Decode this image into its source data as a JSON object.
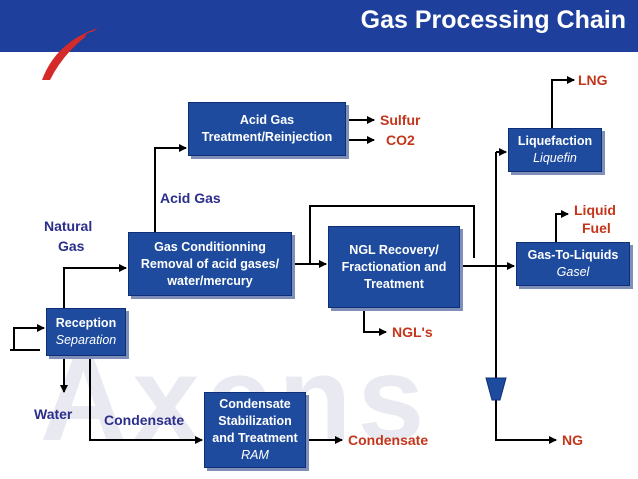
{
  "header": {
    "title": "Gas Processing Chain"
  },
  "watermark": "Axens",
  "colors": {
    "header": "#1e3f9b",
    "box": "#1e4b9e",
    "product_label": "#c4361b",
    "stream_label": "#2b2e8a"
  },
  "boxes": {
    "reception": {
      "line1": "Reception",
      "sub": "Separation"
    },
    "gas_conditioning": {
      "line1": "Gas Conditionning",
      "line2": "Removal of acid gases/",
      "line3": "water/mercury"
    },
    "acid_gas_treatment": {
      "line1": "Acid Gas",
      "line2": "Treatment/Reinjection"
    },
    "ngl_recovery": {
      "line1": "NGL Recovery/",
      "line2": "Fractionation and",
      "line3": "Treatment"
    },
    "condensate_stabilization": {
      "line1": "Condensate",
      "line2": "Stabilization",
      "line3": "and Treatment",
      "sub": "RAM"
    },
    "liquefaction": {
      "line1": "Liquefaction",
      "sub": "Liquefin"
    },
    "gas_to_liquids": {
      "line1": "Gas-To-Liquids",
      "sub": "Gasel"
    }
  },
  "labels": {
    "natural_gas_1": "Natural",
    "natural_gas_2": "Gas",
    "acid_gas": "Acid Gas",
    "water": "Water",
    "condensate_stream": "Condensate",
    "sulfur": "Sulfur",
    "co2": "CO2",
    "ngls": "NGL's",
    "condensate_product": "Condensate",
    "lng": "LNG",
    "liquid_fuel_1": "Liquid",
    "liquid_fuel_2": "Fuel",
    "ng": "NG"
  }
}
